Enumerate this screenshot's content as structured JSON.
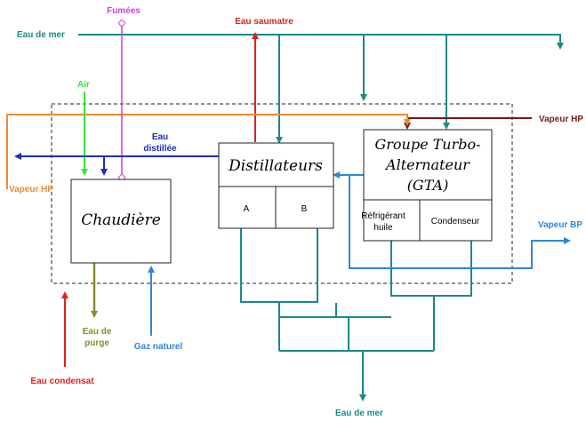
{
  "colors": {
    "teal": "#1a8a88",
    "red": "#e02020",
    "blue": "#2f86d8",
    "navy": "#1f2fb5",
    "orange": "#f08a30",
    "green": "#40e040",
    "magenta": "#d040d0",
    "olive": "#8a8a30",
    "maroon": "#7a1818"
  },
  "labels": {
    "fumees": "Fumées",
    "eau_saumatre": "Eau saumatre",
    "eau_de_mer_top": "Eau de mer",
    "vapeur_hp_right": "Vapeur HP",
    "air": "Air",
    "eau_distillee_1": "Eau",
    "eau_distillee_2": "distillée",
    "vapeur_hp_left": "Vapeur HP",
    "vapeur_bp": "Vapeur BP",
    "eau_de_purge_1": "Eau de",
    "eau_de_purge_2": "purge",
    "gaz_naturel": "Gaz naturel",
    "eau_condensat": "Eau condensat",
    "eau_de_mer_bottom": "Eau de mer"
  },
  "boxes": {
    "chaudiere": "Chaudière",
    "distillateurs": "Distillateurs",
    "dist_a": "A",
    "dist_b": "B",
    "gta_1": "Groupe Turbo-",
    "gta_2": "Alternateur",
    "gta_3": "(GTA)",
    "refrigerant_1": "Réfrigérant",
    "refrigerant_2": "huile",
    "condenseur": "Condenseur"
  }
}
